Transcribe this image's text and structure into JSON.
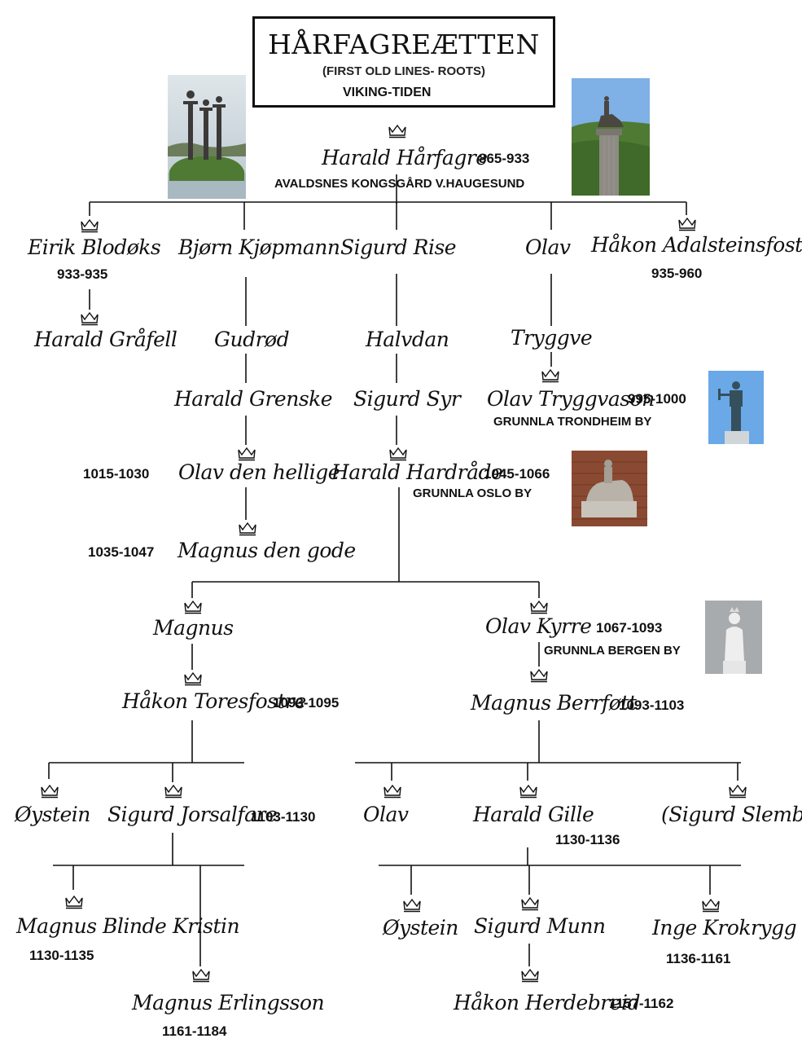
{
  "title": {
    "main": "HÅRFAGREÆTTEN",
    "subtitle": "(FIRST OLD LINES- ROOTS)",
    "era": "VIKING-TIDEN"
  },
  "root": {
    "name": "Harald Hårfagre",
    "dates": "865-933",
    "note": "AVALDSNES KONGSGÅRD V.HAUGESUND"
  },
  "gen1": [
    {
      "name": "Eirik Blodøks",
      "dates": "933-935"
    },
    {
      "name": "Bjørn Kjøpmann"
    },
    {
      "name": "Sigurd Rise"
    },
    {
      "name": "Olav"
    },
    {
      "name": "Håkon Adalsteinsfostre",
      "dates": "935-960"
    }
  ],
  "gen2": [
    {
      "name": "Harald Gråfell"
    },
    {
      "name": "Gudrød"
    },
    {
      "name": "Halvdan"
    },
    {
      "name": "Tryggve"
    }
  ],
  "gen3": [
    {
      "name": "Harald Grenske"
    },
    {
      "name": "Sigurd Syr"
    },
    {
      "name": "Olav Tryggvason",
      "dates": "995-1000",
      "note": "GRUNNLA TRONDHEIM BY"
    }
  ],
  "gen4": [
    {
      "name": "Olav den hellige",
      "dates": "1015-1030"
    },
    {
      "name": "Harald Hardråde",
      "dates": "1045-1066",
      "note": "GRUNNLA OSLO BY"
    }
  ],
  "gen5": [
    {
      "name": "Magnus den gode",
      "dates": "1035-1047"
    }
  ],
  "gen6": [
    {
      "name": "Magnus"
    },
    {
      "name": "Olav Kyrre",
      "dates": "1067-1093",
      "note": "GRUNNLA BERGEN BY"
    }
  ],
  "gen7": [
    {
      "name": "Håkon Toresfostre",
      "dates": "1093-1095"
    },
    {
      "name": "Magnus Berrføtt",
      "dates": "1093-1103"
    }
  ],
  "gen8": [
    {
      "name": "Øystein"
    },
    {
      "name": "Sigurd Jorsalfare",
      "dates": "1103-1130"
    },
    {
      "name": "Olav"
    },
    {
      "name": "Harald Gille",
      "dates": "1130-1136"
    },
    {
      "name": "(Sigurd Slembe)"
    }
  ],
  "gen9": [
    {
      "name": "Magnus Blinde",
      "dates": "1130-1135"
    },
    {
      "name": "Kristin"
    },
    {
      "name": "Øystein"
    },
    {
      "name": "Sigurd Munn"
    },
    {
      "name": "Inge Krokrygg",
      "dates": "1136-1161"
    }
  ],
  "gen10": [
    {
      "name": "Magnus Erlingsson",
      "dates": "1161-1184"
    },
    {
      "name": "Håkon Herdebreid",
      "dates": "1157-1162"
    }
  ],
  "colors": {
    "ink": "#111111",
    "sky": "#7fb0e6",
    "grass": "#5a8a3a",
    "stone": "#5b5651",
    "brick": "#8a4a32"
  },
  "icons": [
    "crown-icon"
  ]
}
